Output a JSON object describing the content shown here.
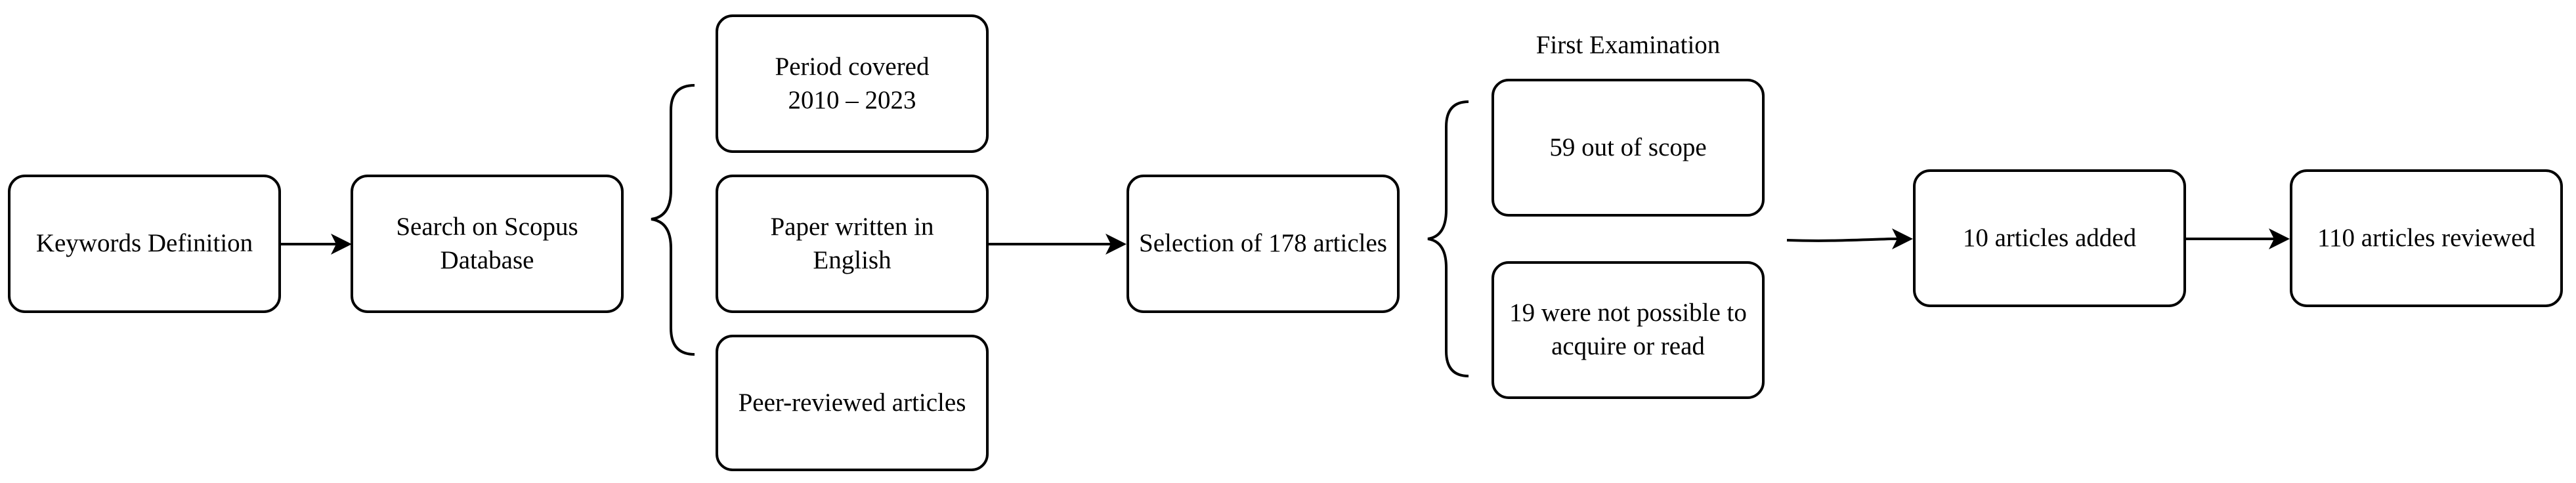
{
  "nodes": {
    "keywords": "Keywords Definition",
    "search": "Search on Scopus\nDatabase",
    "period": "Period covered\n2010 – 2023",
    "english": "Paper written in\nEnglish",
    "peer": "Peer-reviewed articles",
    "selection": "Selection of 178 articles",
    "out_of_scope": "59 out of scope",
    "not_possible": "19 were not possible to\nacquire or read",
    "added": "10 articles added",
    "reviewed": "110 articles reviewed"
  },
  "labels": {
    "first_examination": "First Examination"
  }
}
